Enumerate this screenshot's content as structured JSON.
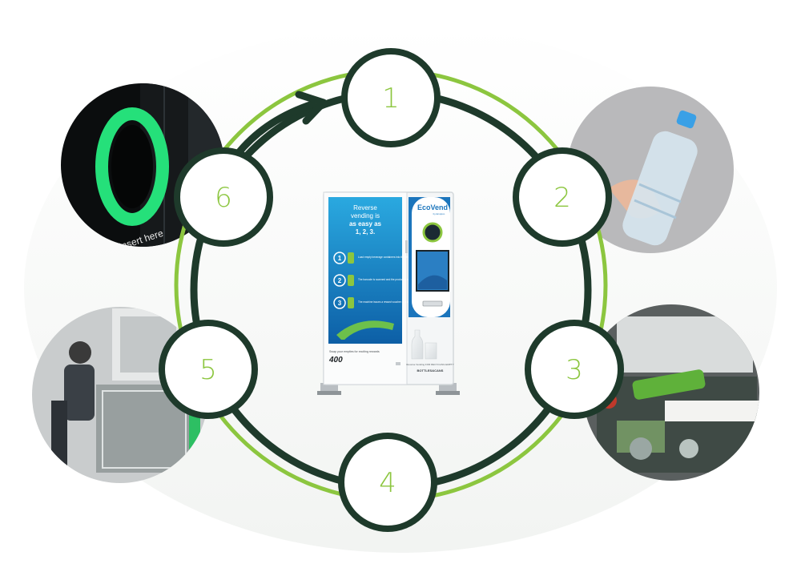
{
  "steps": [
    "1",
    "2",
    "3",
    "4",
    "5",
    "6"
  ],
  "machine": {
    "brand": "EcoVend",
    "brand_sub": "by Envipco",
    "headline_line1": "Reverse",
    "headline_line2": "vending is",
    "headline_line3": "as easy as",
    "headline_line4": "1, 2, 3.",
    "instructions": [
      {
        "num": "1",
        "text": "Load empty beverage containers into the chute"
      },
      {
        "num": "2",
        "text": "The barcode is scanned and the product is weighed and processed"
      },
      {
        "num": "3",
        "text": "The machine issues a reward voucher or a digital credit"
      }
    ],
    "footer_caption": "Swap your empties for exciting rewards",
    "counter": "400",
    "side_caption": "Reverse Vending FOR RECYCLING EMPTY",
    "side_brand": "BOTTLES&CANS"
  },
  "photo_labels": {
    "insert_here": "Insert here"
  },
  "colors": {
    "ring_dark": "#1e3a2b",
    "ring_green": "#8cc63f",
    "accent_blue": "#1b75bc"
  }
}
